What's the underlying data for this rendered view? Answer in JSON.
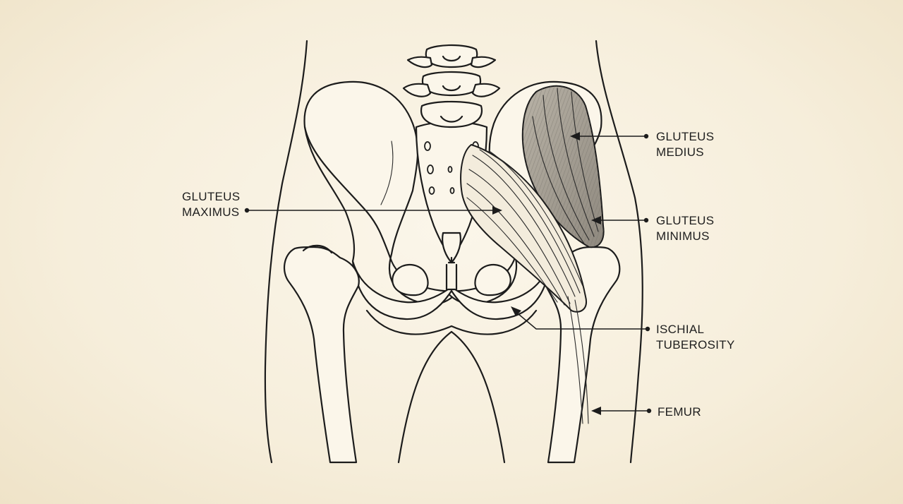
{
  "colors": {
    "background": "#f6eedb",
    "ink": "#1c1c1c",
    "muscle_shade": "#9a948a"
  },
  "labels": {
    "gluteus_maximus": {
      "line1": "GLUTEUS",
      "line2": "MAXIMUS"
    },
    "gluteus_medius": {
      "line1": "GLUTEUS",
      "line2": "MEDIUS"
    },
    "gluteus_minimus": {
      "line1": "GLUTEUS",
      "line2": "MINIMUS"
    },
    "ischial_tuberosity": {
      "line1": "ISCHIAL",
      "line2": "TUBEROSITY"
    },
    "femur": {
      "line1": "FEMUR"
    }
  }
}
